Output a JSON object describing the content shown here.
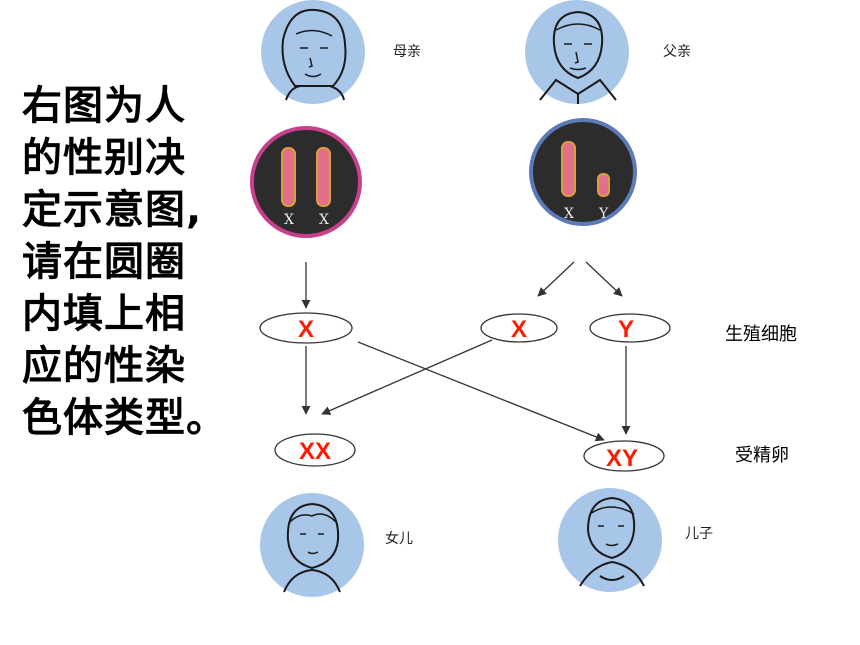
{
  "question": {
    "lines": [
      "右图为人",
      "的性别决",
      "定示意图,",
      "请在圆圈",
      "内填上相",
      "应的性染",
      "色体类型。"
    ]
  },
  "people": {
    "mother": "母亲",
    "father": "父亲",
    "daughter": "女儿",
    "son": "儿子"
  },
  "chromosomes": {
    "mother": [
      "X",
      "X"
    ],
    "father": [
      "X",
      "Y"
    ]
  },
  "row_labels": {
    "germ_cells": "生殖细胞",
    "fertilized_egg": "受精卵"
  },
  "answers": {
    "mother_gamete": "X",
    "father_gamete_x": "X",
    "father_gamete_y": "Y",
    "daughter_zygote": "XX",
    "son_zygote": "XY"
  },
  "colors": {
    "portrait_bg": "#a8c6e8",
    "mother_ring": "#c8408c",
    "father_ring": "#5a7ab8",
    "chromosome": "#e2708a",
    "answer_text": "#ff1a00"
  }
}
